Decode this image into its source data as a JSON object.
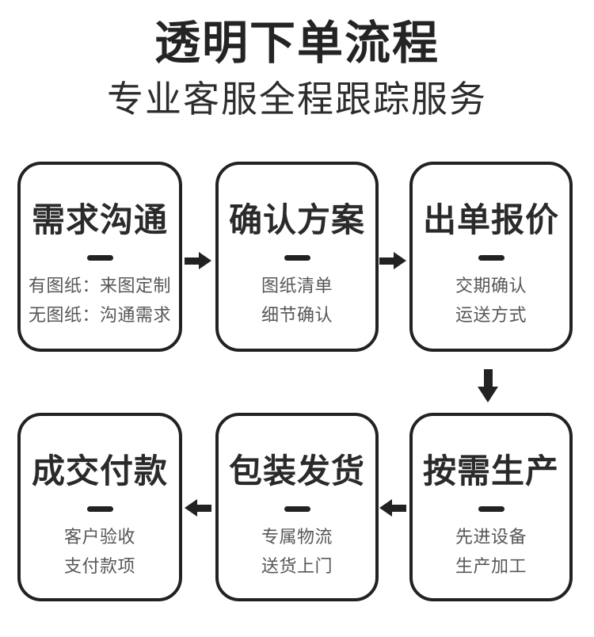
{
  "header": {
    "title": "透明下单流程",
    "subtitle": "专业客服全程跟踪服务"
  },
  "steps": [
    {
      "title": "需求沟通",
      "details": [
        "有图纸：来图定制",
        "无图纸：沟通需求"
      ]
    },
    {
      "title": "确认方案",
      "details": [
        "图纸清单",
        "细节确认"
      ]
    },
    {
      "title": "出单报价",
      "details": [
        "交期确认",
        "运送方式"
      ]
    },
    {
      "title": "按需生产",
      "details": [
        "先进设备",
        "生产加工"
      ]
    },
    {
      "title": "包装发货",
      "details": [
        "专属物流",
        "送货上门"
      ]
    },
    {
      "title": "成交付款",
      "details": [
        "客户验收",
        "支付款项"
      ]
    }
  ],
  "flow_arrows": [
    "right",
    "right",
    "down",
    "left",
    "left"
  ],
  "icons": {
    "arrow_right": "➡",
    "arrow_down": "⬇",
    "arrow_left": "⬅"
  },
  "colors": {
    "ink": "#222222",
    "title_text": "#242424",
    "card_title_text": "#2a2a2a",
    "detail_text": "#575757",
    "background": "#ffffff"
  }
}
